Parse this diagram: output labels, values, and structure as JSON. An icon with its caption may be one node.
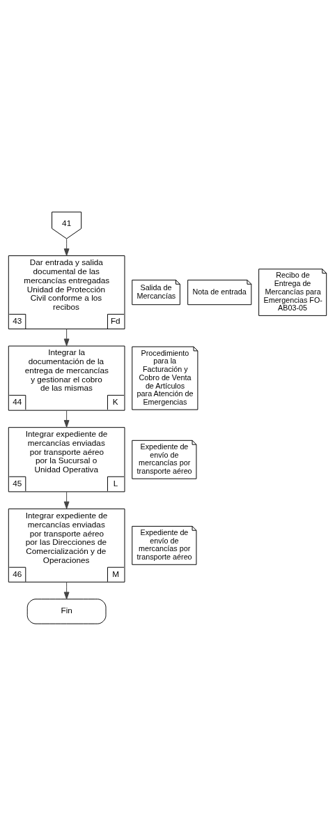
{
  "diagram": {
    "nodes": [
      {
        "text": [
          "41"
        ]
      },
      {
        "text": [
          "Dar entrada y salida documental de las mercancías entregadas Unidad de Protección Civil conforme a los recibos",
          "43",
          "Fd"
        ]
      },
      {
        "text": [
          "Salida de Mercancías"
        ]
      },
      {
        "text": [
          "Nota de entrada"
        ]
      },
      {
        "text": [
          "Recibo de Entrega de Mercancías para Emergencias FO-AB03-05"
        ]
      },
      {
        "text": [
          "Integrar la documentación de la entrega de mercancías y gestionar el cobro de las mismas",
          "44",
          "K"
        ]
      },
      {
        "text": [
          "Procedimiento para la Facturación y Cobro de Venta de Artículos para Atención de Emergencias"
        ]
      },
      {
        "text": [
          "Integrar expediente de mercancías enviadas por transporte aéreo por la Sucursal o Unidad Operativa",
          "45",
          "L"
        ]
      },
      {
        "text": [
          "Expediente de envío de mercancías por transporte aéreo"
        ]
      },
      {
        "text": [
          "Integrar expediente de mercancías enviadas por transporte aéreo por las Direcciones de Comercialización y de Operaciones",
          "46",
          "M"
        ]
      },
      {
        "text": [
          "Expediente de envío de mercancías por transporte aéreo"
        ]
      },
      {
        "text": [
          "Fin"
        ]
      }
    ],
    "edges": [
      {
        "from": 0,
        "to": 1,
        "arrow": "to"
      },
      {
        "from": 1,
        "to": 5,
        "arrow": "to"
      },
      {
        "from": 5,
        "to": 7,
        "arrow": "to"
      },
      {
        "from": 7,
        "to": 9,
        "arrow": "to"
      },
      {
        "from": 9,
        "to": 11,
        "arrow": "to"
      }
    ]
  }
}
